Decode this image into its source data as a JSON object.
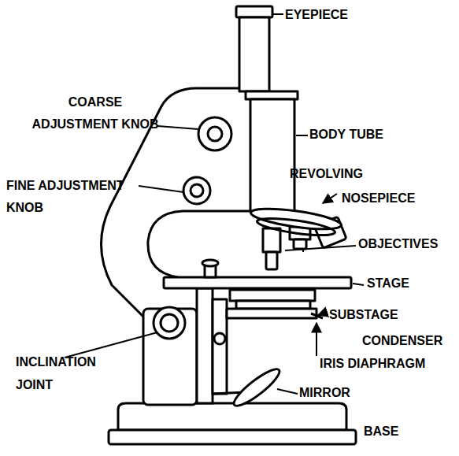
{
  "diagram": {
    "labels": [
      "EYEPIECE",
      "COARSE ADJUSTMENT KNOB",
      "BODY TUBE",
      "FINE ADJUSTMENT KNOB",
      "REVOLVING NOSEPIECE",
      "OBJECTIVES",
      "STAGE",
      "SUBSTAGE CONDENSER",
      "IRIS DIAPHRAGM",
      "INCLINATION JOINT",
      "MIRROR",
      "BASE"
    ]
  }
}
